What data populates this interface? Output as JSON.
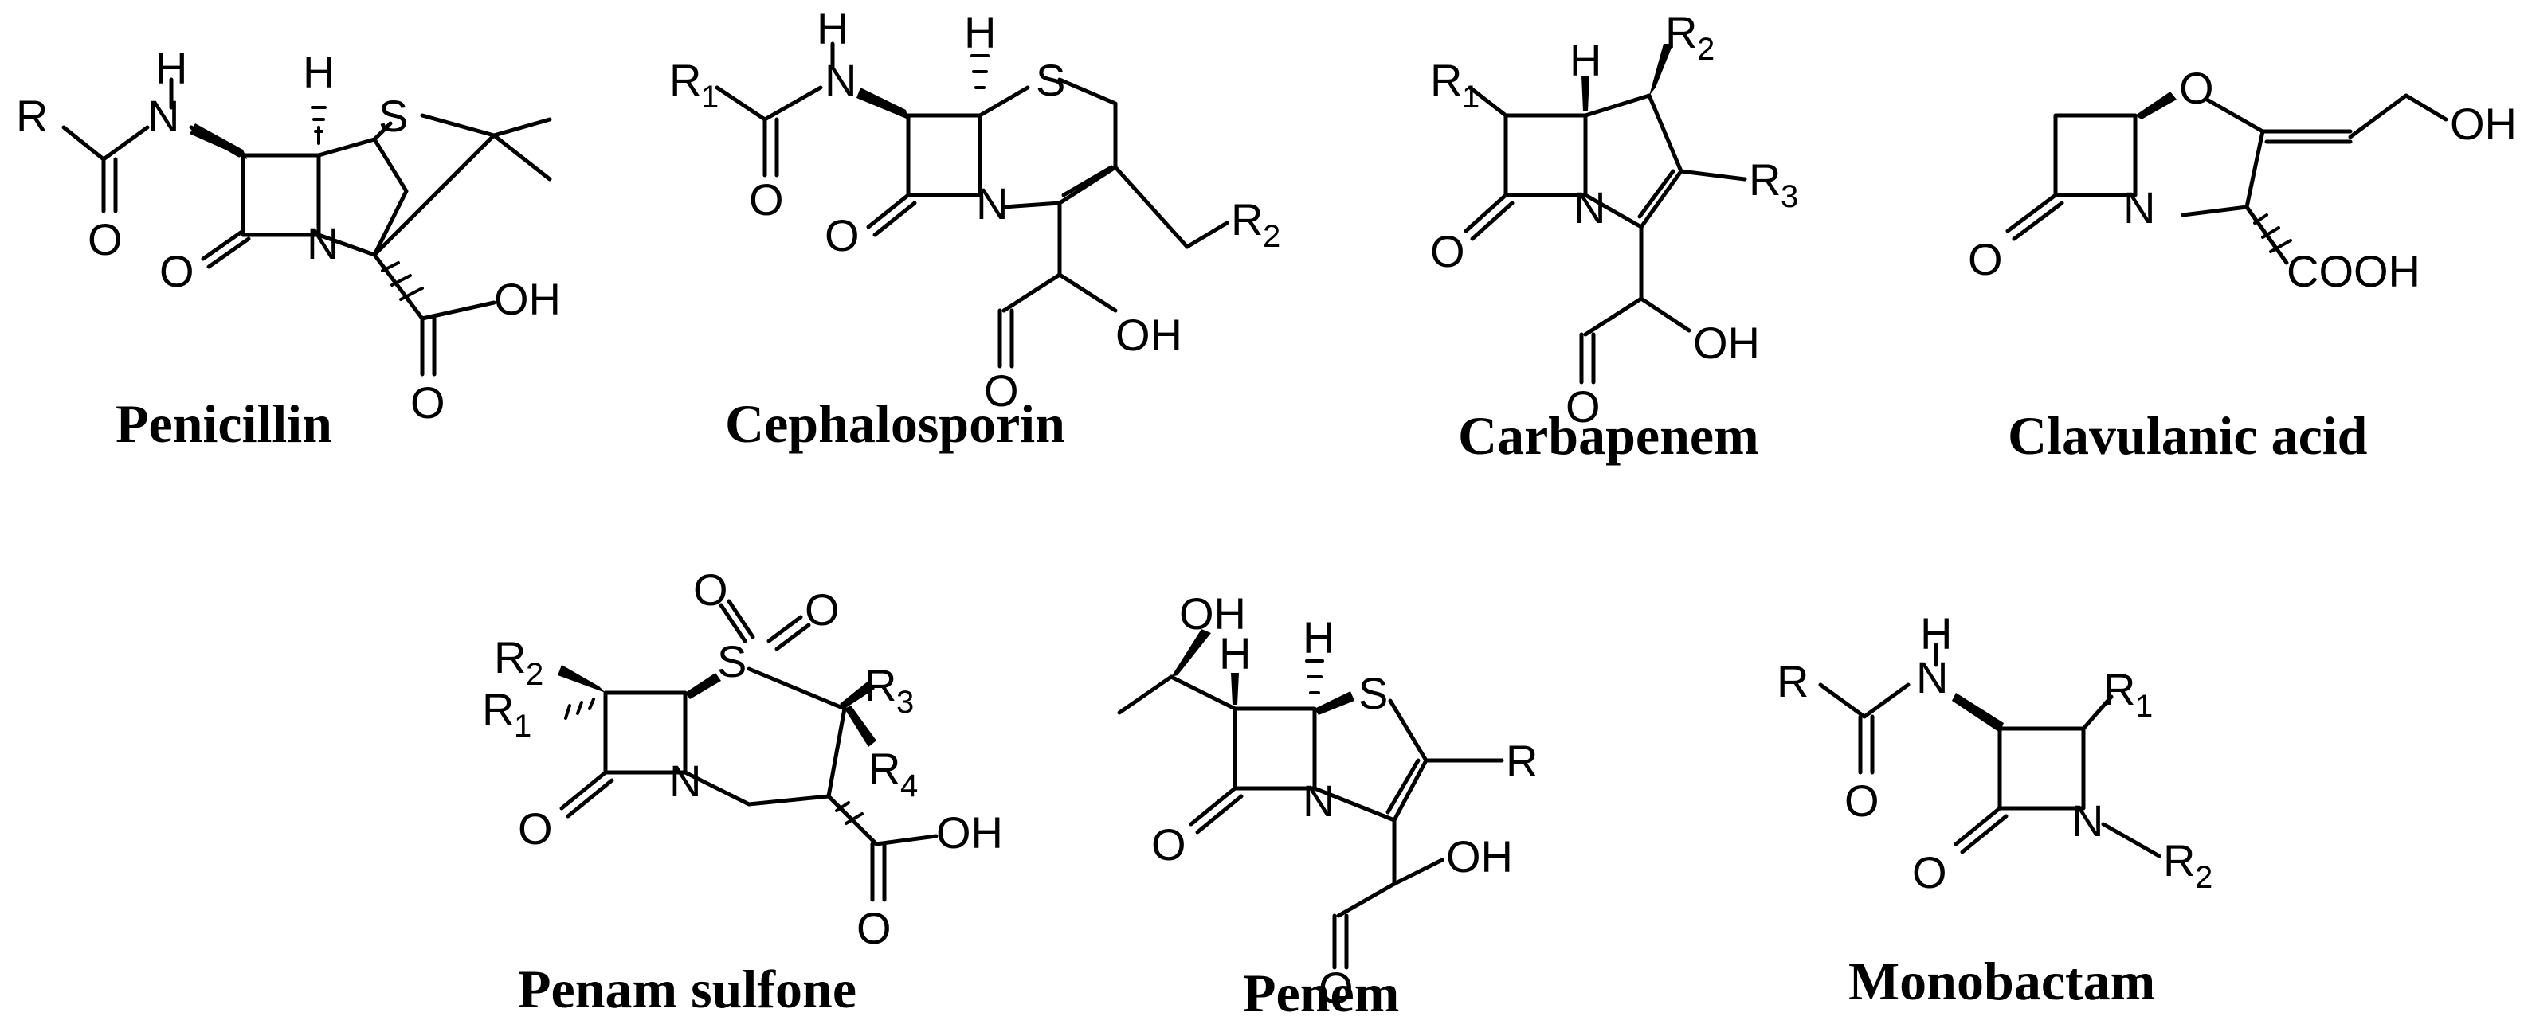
{
  "figure": {
    "captions": {
      "penicillin": "Penicillin",
      "cephalosporin": "Cephalosporin",
      "carbapenem": "Carbapenem",
      "clavulanic": "Clavulanic acid",
      "penam_sulfone": "Penam sulfone",
      "penem": "Penem",
      "monobactam": "Monobactam"
    },
    "atoms": {
      "R": "R",
      "H": "H",
      "N": "N",
      "S": "S",
      "O": "O",
      "OH": "OH",
      "COOH": "COOH",
      "sub1": "1",
      "sub2": "2",
      "sub3": "3",
      "sub4": "4"
    }
  }
}
